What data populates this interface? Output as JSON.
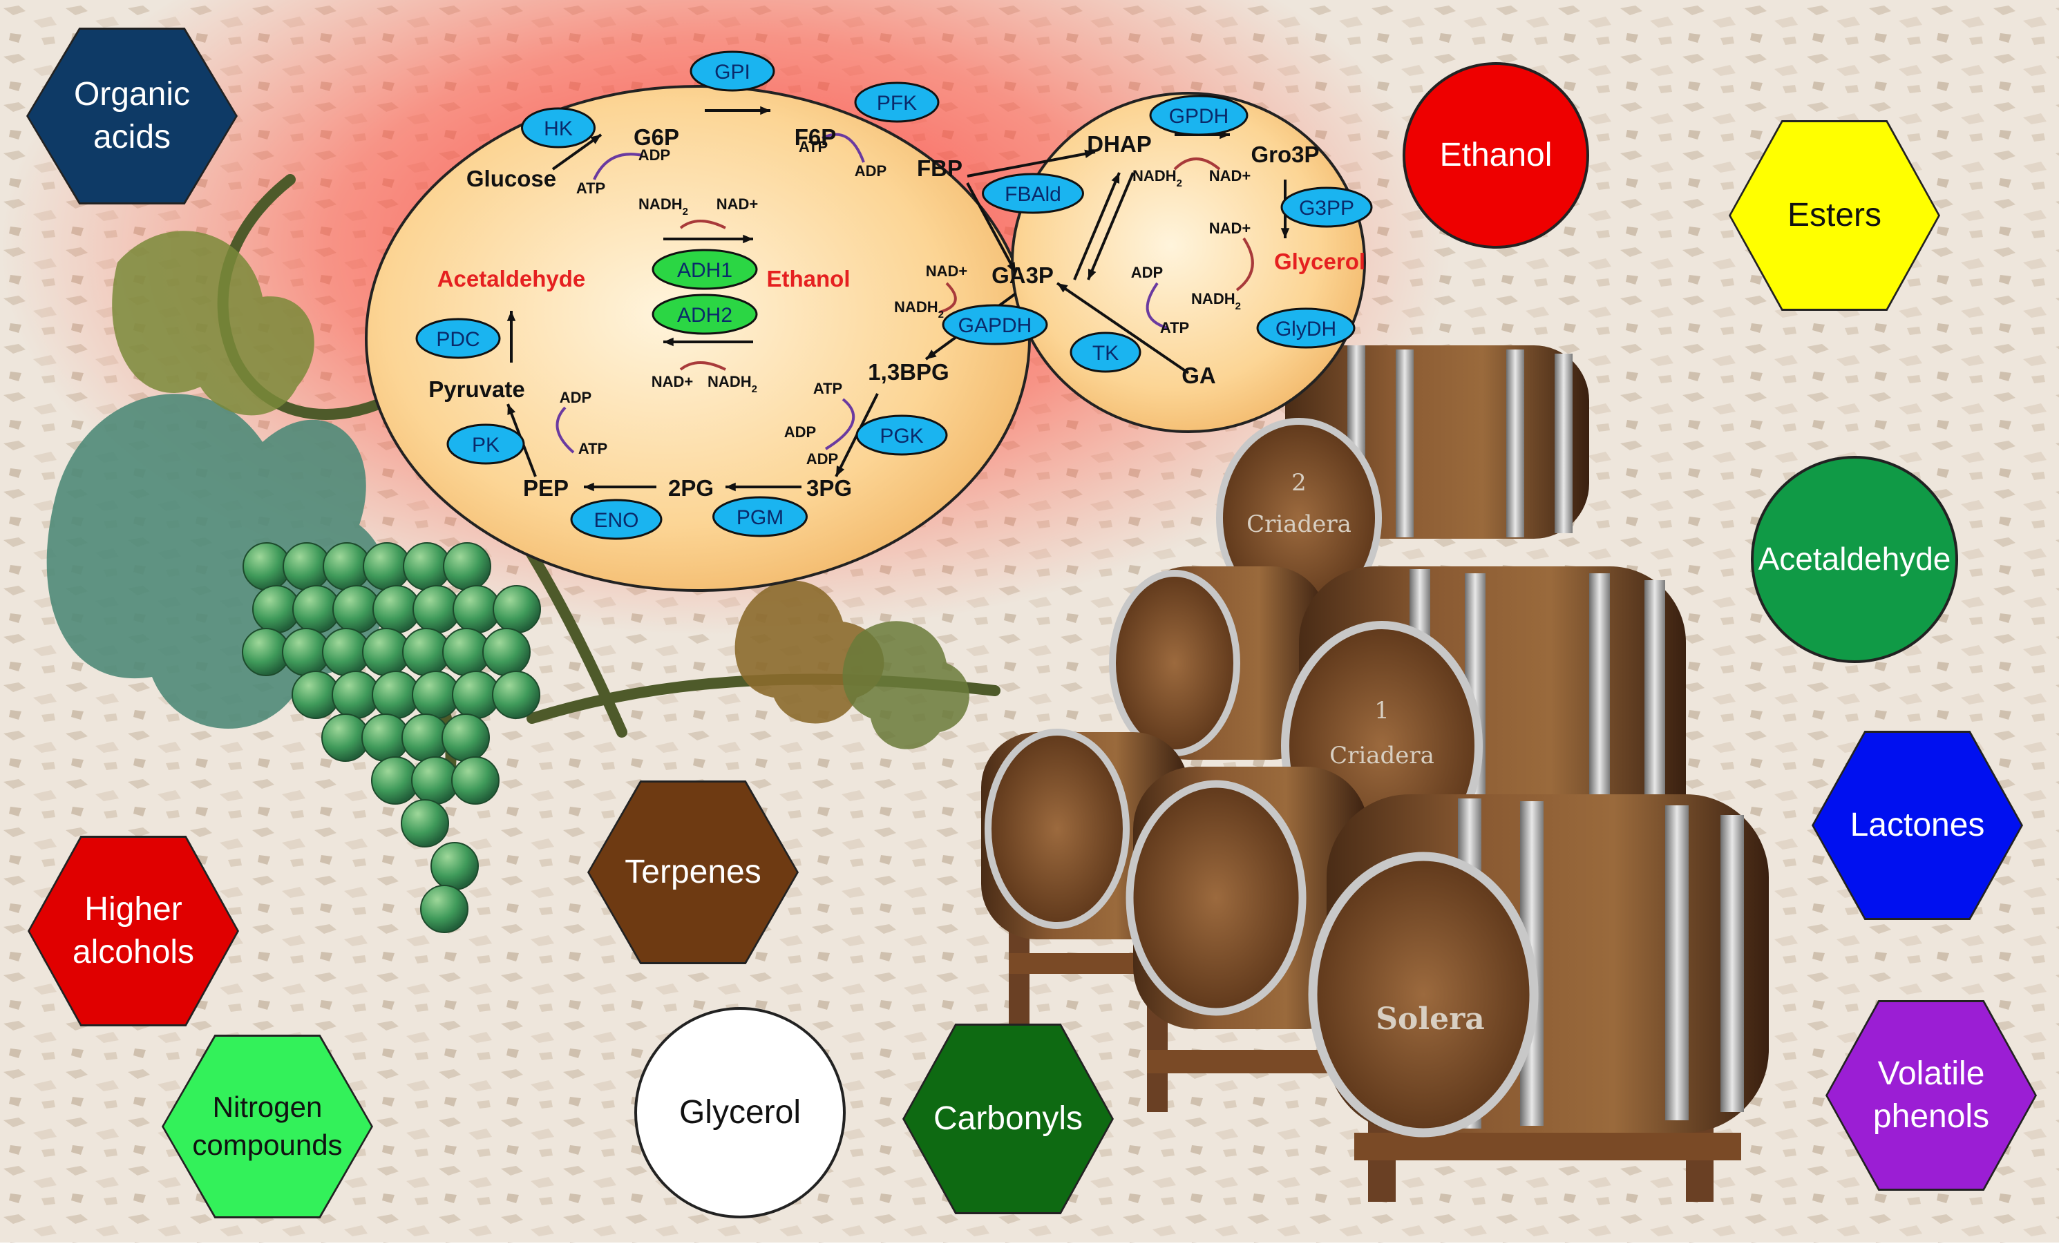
{
  "colors": {
    "organic_acids": "#0e3a66",
    "ethanol": "#ee0000",
    "esters": "#ffff00",
    "acetaldehyde": "#109a46",
    "higher_alcohols": "#e00000",
    "terpenes": "#6e3a12",
    "lactones": "#0010f0",
    "nitrogen_compounds": "#33f15a",
    "glycerol": "#ffffff",
    "carbonyls": "#0e6a12",
    "volatile_phenols": "#9b1ed4",
    "enzyme_blue": "#1ab4f0",
    "enzyme_green": "#2bd644",
    "cell_fill": "#fcd595",
    "metabolite_red": "#e52020"
  },
  "compounds": {
    "organic_acids": "Organic acids",
    "ethanol": "Ethanol",
    "esters": "Esters",
    "acetaldehyde": "Acetaldehyde",
    "higher_alcohols": "Higher alcohols",
    "terpenes": "Terpenes",
    "lactones": "Lactones",
    "nitrogen_compounds": "Nitrogen compounds",
    "glycerol": "Glycerol",
    "carbonyls": "Carbonyls",
    "volatile_phenols": "Volatile phenols"
  },
  "pathway": {
    "metabolites": {
      "glucose": "Glucose",
      "g6p": "G6P",
      "f6p": "F6P",
      "fbp": "FBP",
      "dhap": "DHAP",
      "gro3p": "Gro3P",
      "glycerol": "Glycerol",
      "ga": "GA",
      "ga3p": "GA3P",
      "bpg": "1,3BPG",
      "pg3": "3PG",
      "pg2": "2PG",
      "pep": "PEP",
      "pyruvate": "Pyruvate",
      "acetaldehyde": "Acetaldehyde",
      "ethanol": "Ethanol"
    },
    "enzymes": {
      "hk": "HK",
      "gpi": "GPI",
      "pfk": "PFK",
      "fbald": "FBAld",
      "gpdh": "GPDH",
      "g3pp": "G3PP",
      "glydh": "GlyDH",
      "tk": "TK",
      "gapdh": "GAPDH",
      "pgk": "PGK",
      "pgm": "PGM",
      "eno": "ENO",
      "pk": "PK",
      "pdc": "PDC",
      "adh1": "ADH1",
      "adh2": "ADH2"
    },
    "cofactors": {
      "atp": "ATP",
      "adp": "ADP",
      "nad": "NAD+",
      "nadh": "NADH",
      "nadh_subscript": "2"
    }
  },
  "barrels": {
    "top": [
      "2",
      "Criadera"
    ],
    "middle": [
      "1",
      "Criadera"
    ],
    "bottom": "Solera"
  }
}
